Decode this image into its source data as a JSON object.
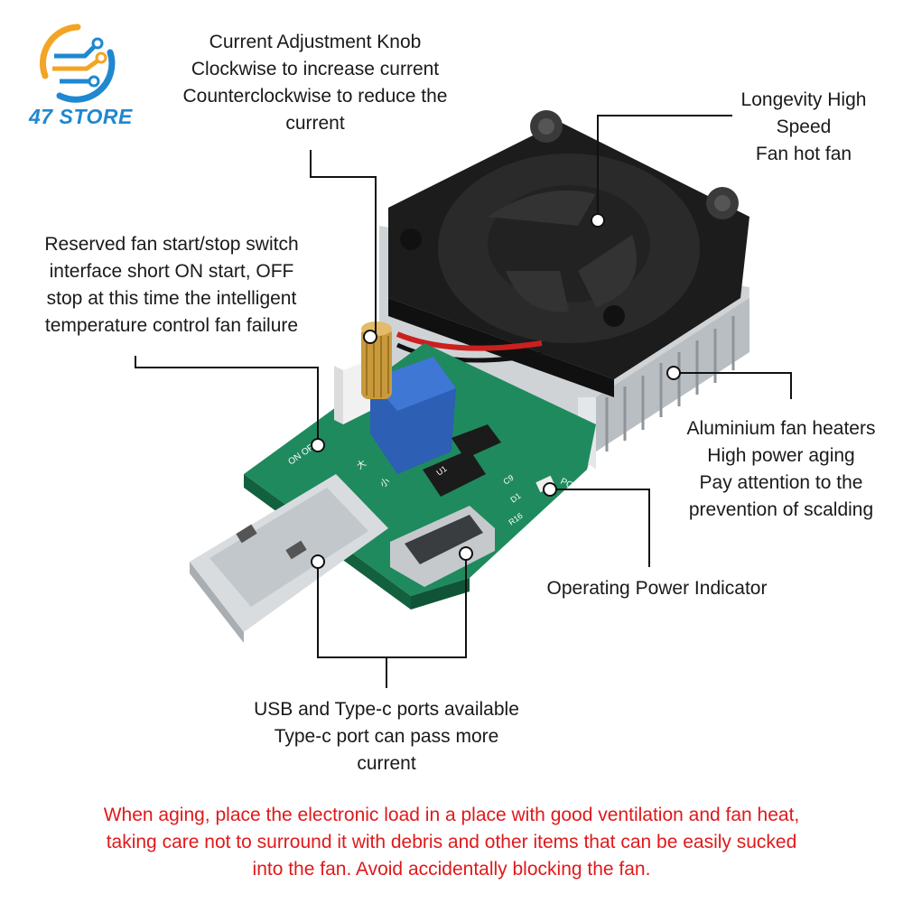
{
  "brand": {
    "name": "47 STORE",
    "colors": {
      "blue": "#1e88d0",
      "orange": "#f2a524"
    }
  },
  "callouts": {
    "knob": [
      "Current Adjustment Knob",
      "Clockwise to increase current",
      "Counterclockwise to reduce the",
      "current"
    ],
    "fan": [
      "Longevity High",
      "Speed",
      "Fan hot fan"
    ],
    "switch": [
      "Reserved fan start/stop switch",
      "interface short ON start, OFF",
      "stop at this time the intelligent",
      "temperature control fan failure"
    ],
    "heatsink": [
      "Aluminium fan heaters",
      "High power aging",
      "Pay attention to the",
      "prevention of scalding"
    ],
    "indicator": [
      "Operating Power Indicator"
    ],
    "ports": [
      "USB and Type-c ports available",
      "Type-c port can pass more",
      "current"
    ]
  },
  "warning": {
    "lines": [
      "When aging, place the electronic load in a place with good ventilation and fan heat,",
      "taking care not to surround it with debris and other items that can be easily sucked",
      "into the fan. Avoid accidentally blocking the fan."
    ],
    "color": "#e0191b"
  },
  "pcb_silkscreen": {
    "switch": "ON OFF",
    "indicator": "POWER",
    "big": "大",
    "small": "小",
    "u1": "U1",
    "c9": "C9",
    "d1": "D1",
    "r16": "R16"
  }
}
